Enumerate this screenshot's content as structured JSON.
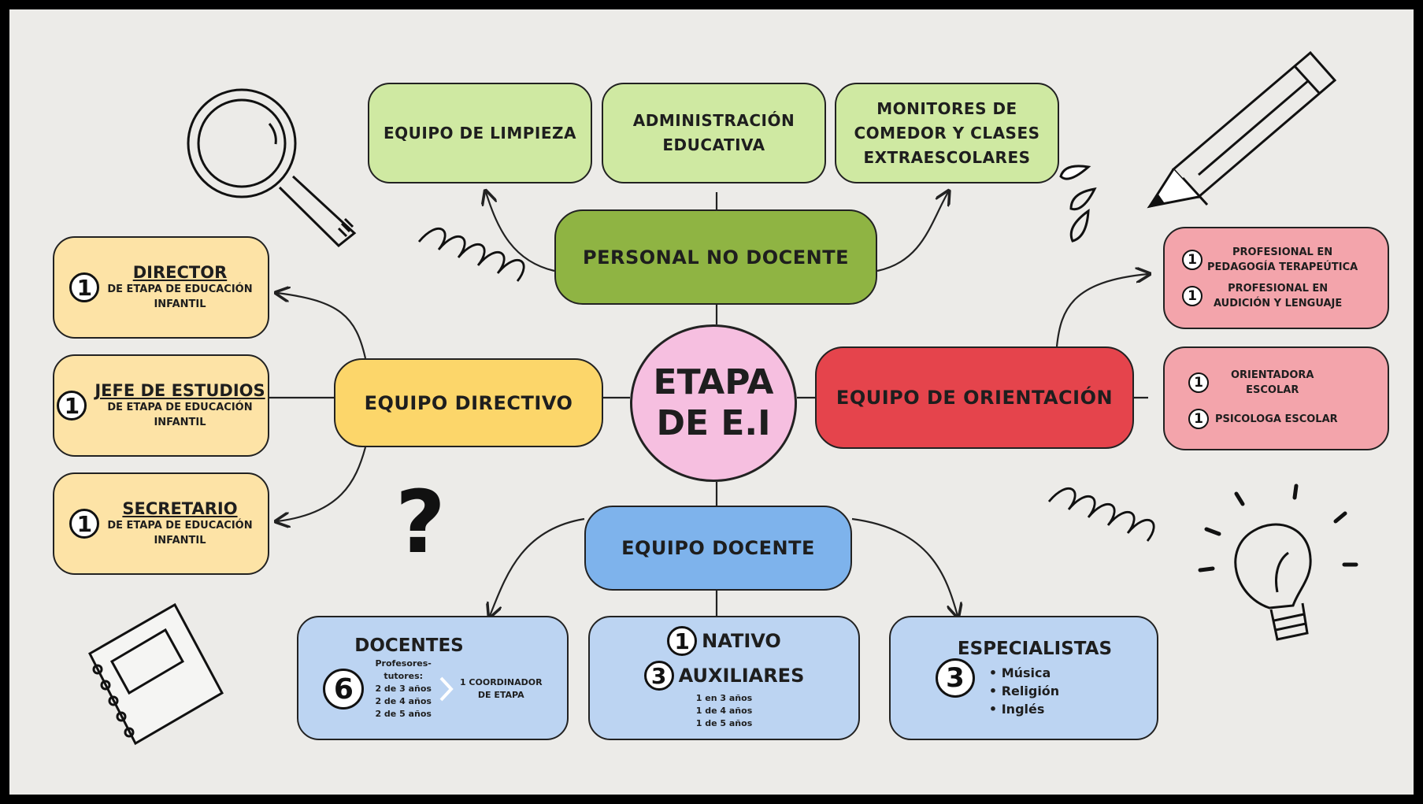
{
  "center": {
    "line1": "ETAPA",
    "line2": "DE E.I"
  },
  "personal_no_docente": {
    "title": "PERSONAL NO DOCENTE",
    "items": [
      {
        "lines": [
          "EQUIPO DE LIMPIEZA"
        ]
      },
      {
        "lines": [
          "ADMINISTRACIÓN",
          "EDUCATIVA"
        ]
      },
      {
        "lines": [
          "MONITORES DE",
          "COMEDOR Y CLASES",
          "EXTRAESCOLARES"
        ]
      }
    ]
  },
  "equipo_directivo": {
    "title": "EQUIPO DIRECTIVO",
    "items": [
      {
        "count": "1",
        "role": "DIRECTOR",
        "desc1": "DE ETAPA DE EDUCACIÓN",
        "desc2": "INFANTIL"
      },
      {
        "count": "1",
        "role": "JEFE DE ESTUDIOS",
        "desc1": "DE ETAPA DE EDUCACIÓN",
        "desc2": "INFANTIL"
      },
      {
        "count": "1",
        "role": "SECRETARIO",
        "desc1": "DE ETAPA DE EDUCACIÓN",
        "desc2": "INFANTIL"
      }
    ]
  },
  "equipo_orientacion": {
    "title": "EQUIPO DE ORIENTACIÓN",
    "box1": [
      {
        "count": "1",
        "line1": "PROFESIONAL EN",
        "line2": "PEDAGOGÍA TERAPEÚTICA"
      },
      {
        "count": "1",
        "line1": "PROFESIONAL EN",
        "line2": "AUDICIÓN Y LENGUAJE"
      }
    ],
    "box2": [
      {
        "count": "1",
        "line1": "ORIENTADORA",
        "line2": "ESCOLAR"
      },
      {
        "count": "1",
        "line1": "PSICOLOGA ESCOLAR",
        "line2": ""
      }
    ]
  },
  "equipo_docente": {
    "title": "EQUIPO DOCENTE",
    "docentes": {
      "title": "DOCENTES",
      "count": "6",
      "tutores_label1": "Profesores-",
      "tutores_label2": "tutores:",
      "tutores": [
        "2 de 3 años",
        "2 de 4 años",
        "2 de 5 años"
      ],
      "coordinador1": "1 COORDINADOR",
      "coordinador2": "DE ETAPA"
    },
    "nativo": {
      "count": "1",
      "label": "NATIVO"
    },
    "auxiliares": {
      "count": "3",
      "label": "AUXILIARES",
      "detail": [
        "1 en 3 años",
        "1 de 4 años",
        "1 de 5 años"
      ]
    },
    "especialistas": {
      "title": "ESPECIALISTAS",
      "count": "3",
      "items": [
        "• Música",
        "• Religión",
        "• Inglés"
      ]
    }
  },
  "decoration": {
    "question_mark": "?"
  },
  "colors": {
    "background": "#ecebe8",
    "light_green": "#cfe9a2",
    "dark_green": "#8fb443",
    "light_yellow": "#fde3a6",
    "dark_yellow": "#fcd66a",
    "red": "#e5444c",
    "pink": "#f3a4ab",
    "blue": "#7eb3ec",
    "light_blue": "#bcd4f2",
    "center_pink": "#f6bfe0"
  }
}
